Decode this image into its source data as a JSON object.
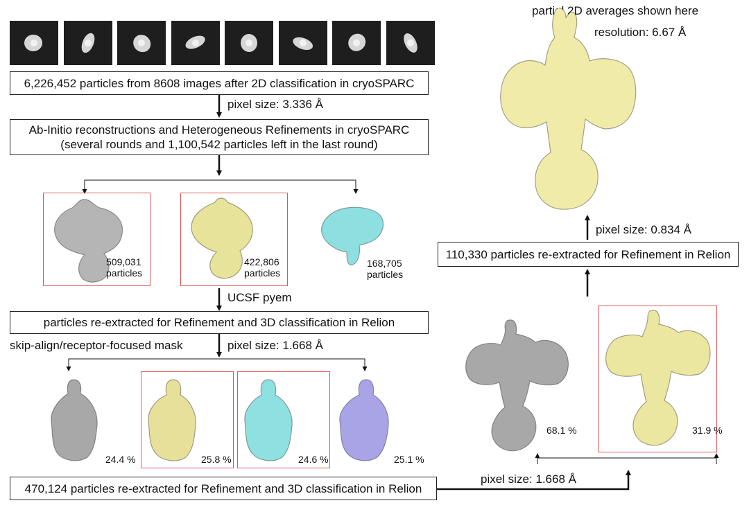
{
  "header_note": "partial 2D averages shown here",
  "thumb_count": 8,
  "boxes": {
    "particles_2d": "6,226,452 particles from 8608 images after 2D classification in cryoSPARC",
    "abinitio_line1": "Ab-Initio reconstructions and Heterogeneous Refinements in cryoSPARC",
    "abinitio_line2": "(several rounds and 1,100,542 particles left in the last round)",
    "relion_reextract": "particles re-extracted for Refinement and 3D classification in Relion",
    "bottom_470": "470,124 particles re-extracted for Refinement and 3D classification in Relion",
    "refine_110": "110,330 particles re-extracted for Refinement in Relion"
  },
  "arrow_labels": {
    "pixel_3336": "pixel size: 3.336 Å",
    "ucsf": "UCSF pyem",
    "skip_align": "skip-align/receptor-focused mask",
    "pixel_1668_mid": "pixel size: 1.668 Å",
    "pixel_1668_bottom": "pixel size: 1.668 Å",
    "pixel_0834": "pixel size: 0.834 Å"
  },
  "heterogeneous_classes": [
    {
      "count": "509,031",
      "unit": "particles",
      "color": "#b5b5b5"
    },
    {
      "count": "422,806",
      "unit": "particles",
      "color": "#e8e39a"
    },
    {
      "count": "168,705",
      "unit": "particles",
      "color": "#8ee0e0"
    }
  ],
  "classes_3d": [
    {
      "pct": "24.4 %",
      "color": "#a8a8a8"
    },
    {
      "pct": "25.8 %",
      "color": "#e6e09a"
    },
    {
      "pct": "24.6 %",
      "color": "#8fe0e0"
    },
    {
      "pct": "25.1 %",
      "color": "#a9a4e6"
    }
  ],
  "classes_final": [
    {
      "pct": "68.1 %",
      "color": "#a8a8a8"
    },
    {
      "pct": "31.9 %",
      "color": "#ece7a0"
    }
  ],
  "resolution": "resolution: 6.67 Å",
  "final_map_color": "#f0eba8"
}
